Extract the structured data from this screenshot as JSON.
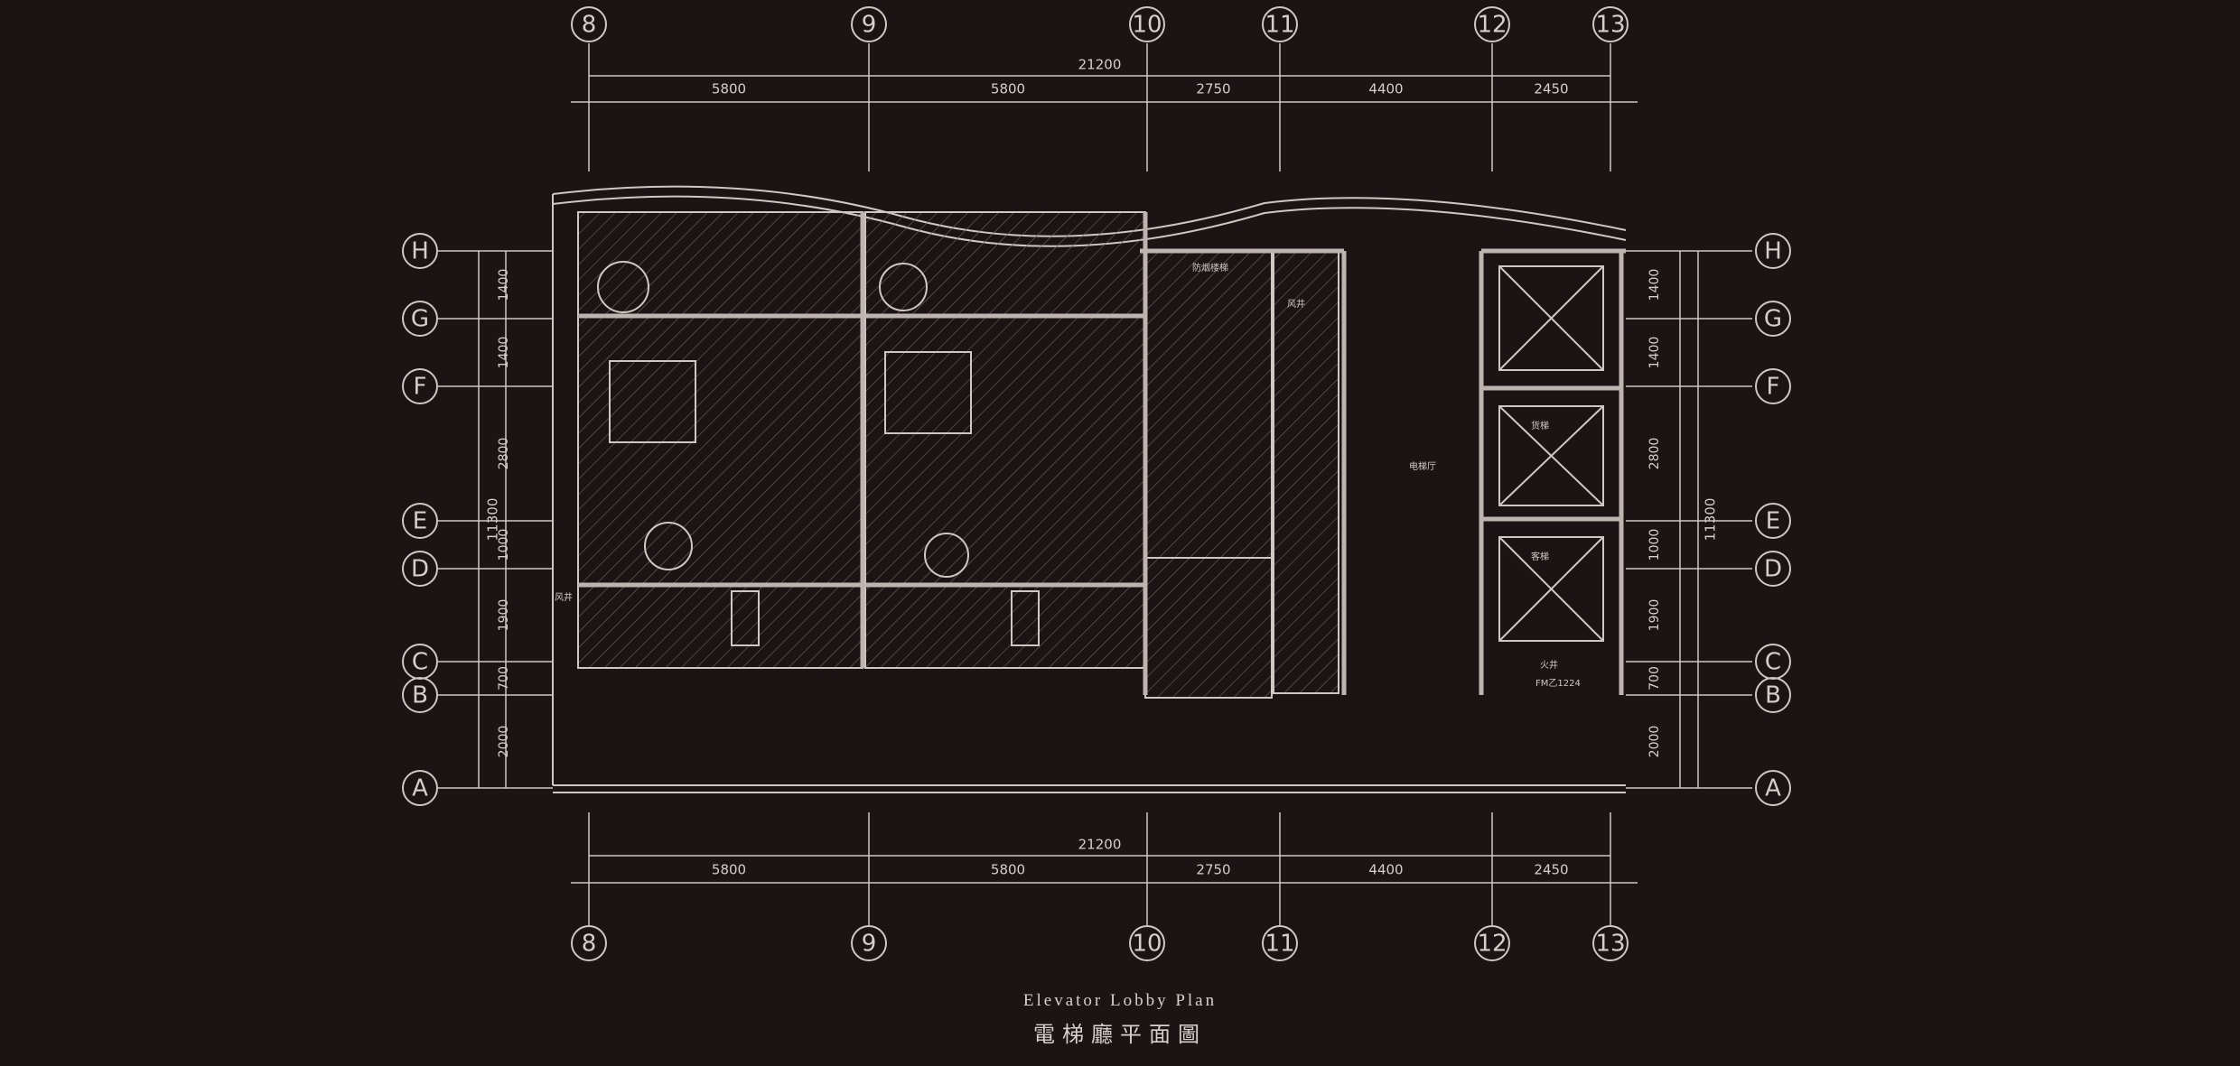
{
  "drawing": {
    "title_en": "Elevator Lobby Plan",
    "title_cn": "電梯廳平面圖"
  },
  "grid": {
    "columns": [
      "8",
      "9",
      "10",
      "11",
      "12",
      "13"
    ],
    "rows": [
      "H",
      "G",
      "F",
      "E",
      "D",
      "C",
      "B",
      "A"
    ]
  },
  "dimensions": {
    "total_width": "21200",
    "column_spacing": [
      "5800",
      "5800",
      "2750",
      "4400",
      "2450"
    ],
    "total_depth": "11300",
    "row_spacing": [
      "1400",
      "1400",
      "2800",
      "1000",
      "1900",
      "700",
      "2000"
    ]
  },
  "room_labels": {
    "elevator_hall": "电梯厅",
    "freight_elevator": "货梯",
    "passenger_elevator": "客梯",
    "fire_exit": "火井",
    "fire_door": "FM乙1224",
    "stair": "防烟楼梯",
    "shaft": "风井",
    "wind": "风井"
  },
  "colors": {
    "background": "#1c1414",
    "line": "#cfc7c3",
    "hatch": "#6e6462",
    "wall": "#bdb4b0"
  }
}
